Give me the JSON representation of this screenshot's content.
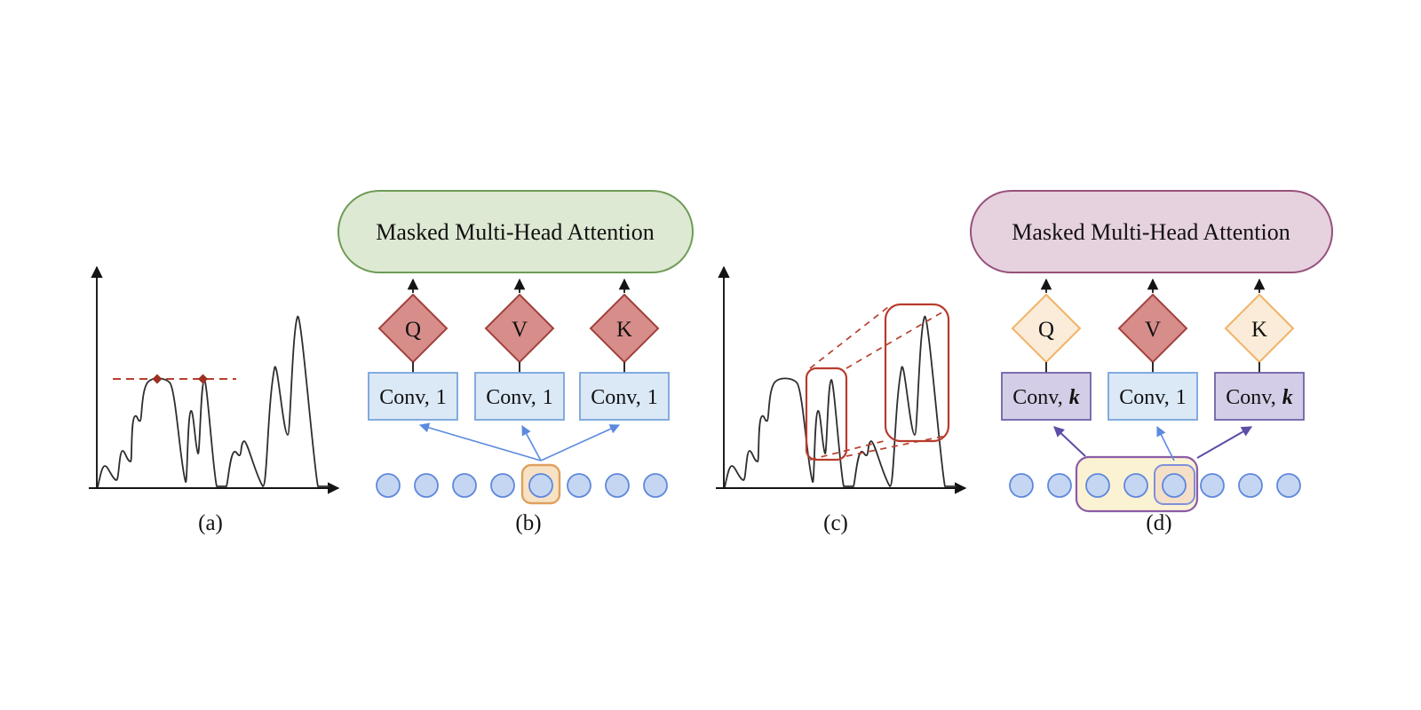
{
  "palette": {
    "green_fill": "#dde9d3",
    "green_stroke": "#6e9b55",
    "pink_fill": "#e6d1df",
    "pink_stroke": "#96507a",
    "red_diamond_fill": "#d78e8b",
    "red_diamond_stroke": "#a2413c",
    "blue_box_fill": "#dbe8f6",
    "blue_box_stroke": "#77a4dc",
    "lavender_box_fill": "#d4cde7",
    "lavender_box_stroke": "#6f62a9",
    "cream_diamond_fill": "#faecd8",
    "cream_diamond_stroke": "#f1b266",
    "token_fill": "#c5d6f2",
    "token_stroke": "#5f88dc",
    "highlight_fill": "#f7e2c5",
    "highlight_stroke": "#dfa05c",
    "group_fill": "#fbf2d3",
    "group_stroke": "#8b5ca6",
    "inner_highlight_fill": "#f5dfc7",
    "inner_highlight_stroke": "#7e90da",
    "blue_arrow": "#5b8ae0",
    "purple_arrow": "#5c4da6",
    "red_line": "#b8402f",
    "red_box": "#b73b2c",
    "red_dot": "#9e2f23"
  },
  "panels": {
    "a": {
      "label": "(a)"
    },
    "b": {
      "label": "(b)",
      "title": "Masked Multi-Head Attention",
      "diamond_q": "Q",
      "diamond_v": "V",
      "diamond_k": "K",
      "conv_prefix": "Conv,",
      "conv_q_kernel": "1",
      "conv_v_kernel": "1",
      "conv_k_kernel": "1"
    },
    "c": {
      "label": "(c)"
    },
    "d": {
      "label": "(d)",
      "title": "Masked Multi-Head Attention",
      "diamond_q": "Q",
      "diamond_v": "V",
      "diamond_k": "K",
      "conv_prefix": "Conv,",
      "conv_q_kernel": "k",
      "conv_v_kernel": "1",
      "conv_k_kernel": "k"
    }
  }
}
